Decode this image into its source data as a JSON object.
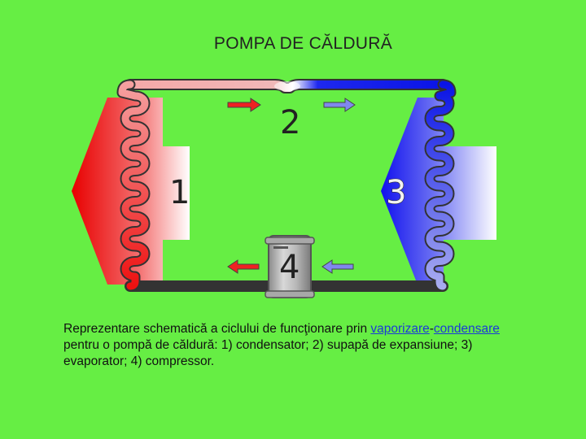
{
  "title": "POMPA DE CĂLDURĂ",
  "diagram": {
    "labels": {
      "condenser": "1",
      "valve": "2",
      "evaporator": "3",
      "compressor": "4"
    },
    "colors": {
      "background": "#66ee44",
      "hot": "#ee1111",
      "warm": "#f5a0a0",
      "cold": "#0a14e6",
      "cool": "#a8acf0"
    }
  },
  "caption": {
    "before": "Reprezentare schematică a ciclului de funcţionare prin ",
    "link1": "vaporizare",
    "dash": "-",
    "link2": "condensare",
    "after": " pentru o pompă de căldură: 1) condensator; 2) supapă de expansiune; 3) evaporator; 4) compressor."
  }
}
